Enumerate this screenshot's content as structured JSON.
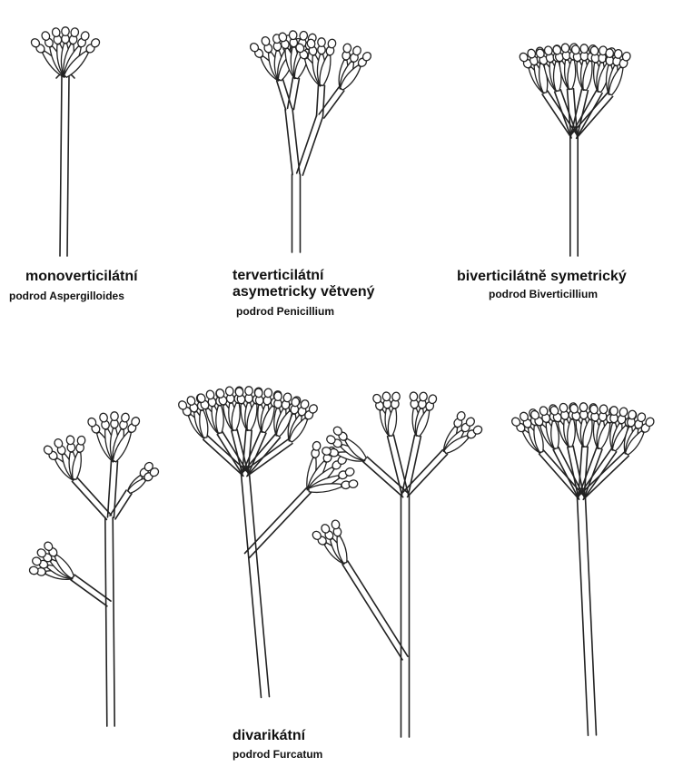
{
  "labels": {
    "monoverticilate": {
      "title": "monoverticilátní",
      "subgenus": "podrod Aspergilloides"
    },
    "terverticilate": {
      "title_line1": "terverticilátní",
      "title_line2": "asymetricky větvený",
      "subgenus": "podrod Penicillium"
    },
    "biverticilate": {
      "title": "biverticilátně symetrický",
      "subgenus": "podrod Biverticillium"
    },
    "divaricate": {
      "title": "divarikátní",
      "subgenus": "podrod Furcatum"
    }
  },
  "colors": {
    "line": "#222222",
    "background": "#ffffff"
  }
}
